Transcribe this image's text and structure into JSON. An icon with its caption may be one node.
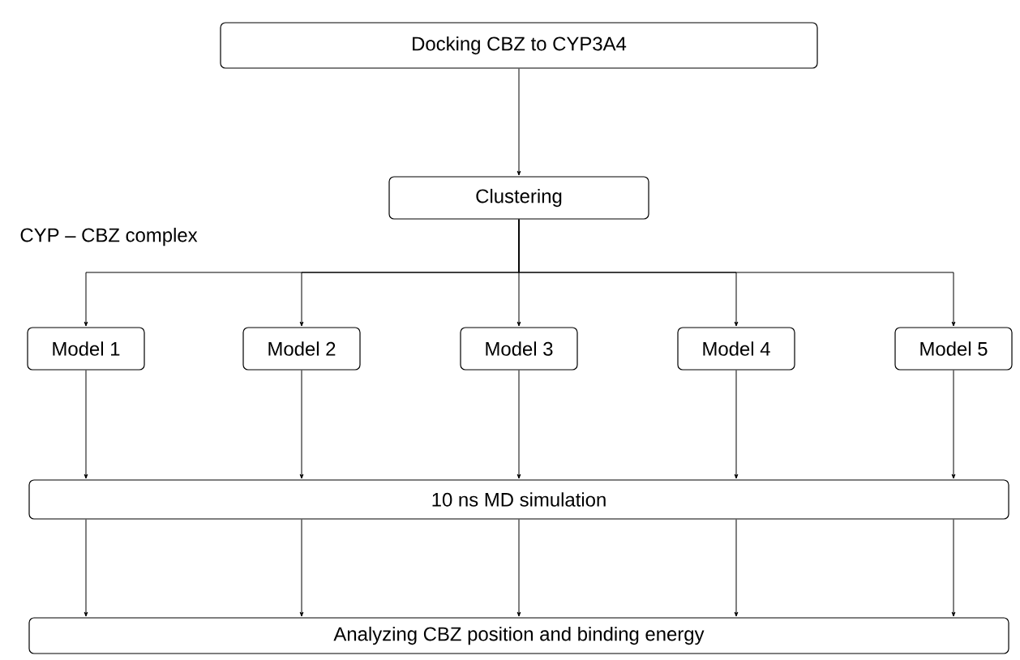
{
  "diagram": {
    "nodes": [
      {
        "text": [
          "Docking CBZ to CYP3A4"
        ]
      },
      {
        "text": [
          "Clustering"
        ]
      },
      {
        "text": [
          "Model 1"
        ]
      },
      {
        "text": [
          "Model 2"
        ]
      },
      {
        "text": [
          "Model 3"
        ]
      },
      {
        "text": [
          "Model 4"
        ]
      },
      {
        "text": [
          "Model 5"
        ]
      },
      {
        "text": [
          "10 ns MD simulation"
        ]
      },
      {
        "text": [
          "Analyzing CBZ position and binding energy"
        ]
      }
    ],
    "edges": [
      {
        "from": 0,
        "to": 1,
        "arrow": "to"
      },
      {
        "from": 1,
        "to": 2,
        "arrow": "to"
      },
      {
        "from": 1,
        "to": 3,
        "arrow": "to"
      },
      {
        "from": 1,
        "to": 4,
        "arrow": "to"
      },
      {
        "from": 1,
        "to": 5,
        "arrow": "to"
      },
      {
        "from": 1,
        "to": 6,
        "arrow": "to"
      },
      {
        "from": 2,
        "to": 7,
        "arrow": "to"
      },
      {
        "from": 3,
        "to": 7,
        "arrow": "to"
      },
      {
        "from": 4,
        "to": 7,
        "arrow": "to"
      },
      {
        "from": 5,
        "to": 7,
        "arrow": "to"
      },
      {
        "from": 6,
        "to": 7,
        "arrow": "to"
      },
      {
        "from": 7,
        "to": 8,
        "arrow": "to"
      },
      {
        "from": 7,
        "to": 8,
        "arrow": "to"
      },
      {
        "from": 7,
        "to": 8,
        "arrow": "to"
      },
      {
        "from": 7,
        "to": 8,
        "arrow": "to"
      },
      {
        "from": 7,
        "to": 8,
        "arrow": "to"
      }
    ],
    "labels": [
      "CYP – CBZ complex"
    ]
  }
}
